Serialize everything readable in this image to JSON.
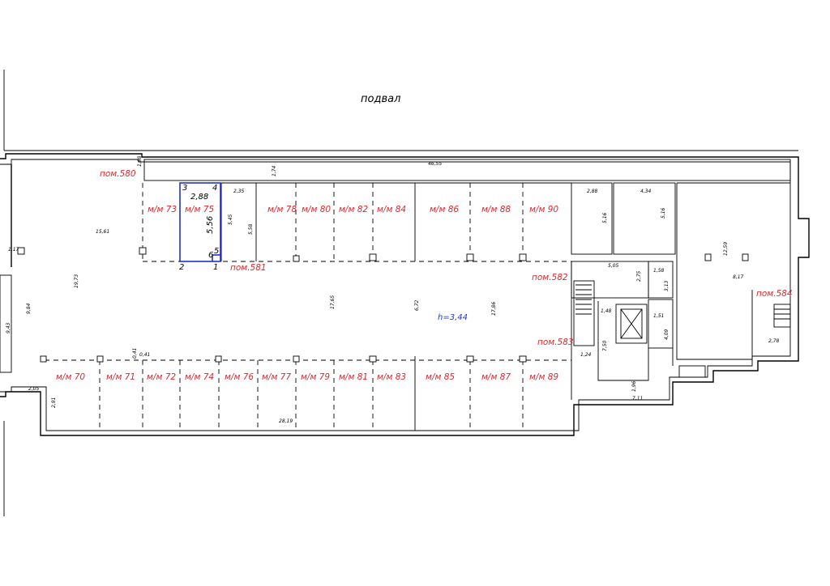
{
  "title": "подвал",
  "height_label": "h=3,44",
  "rooms": [
    {
      "id": "r580",
      "label": "пом.580"
    },
    {
      "id": "r581",
      "label": "пом.581"
    },
    {
      "id": "r582",
      "label": "пом.582"
    },
    {
      "id": "r583",
      "label": "пом.583"
    },
    {
      "id": "r584",
      "label": "пом.584"
    }
  ],
  "spaces_top": [
    "м/м 73",
    "м/м 75",
    "м/м 78",
    "м/м 80",
    "м/м 82",
    "м/м 84",
    "м/м 86",
    "м/м 88",
    "м/м 90"
  ],
  "spaces_bottom": [
    "м/м 70",
    "м/м 71",
    "м/м 72",
    "м/м 74",
    "м/м 76",
    "м/м 77",
    "м/м 79",
    "м/м 81",
    "м/м 83",
    "м/м 85",
    "м/м 87",
    "м/м 89"
  ],
  "selected_space": {
    "width": "2,88",
    "length": "5,56",
    "points": [
      "1",
      "2",
      "3",
      "4",
      "5",
      "6"
    ]
  },
  "dimensions": {
    "d46_55": "46,55",
    "d1_74": "1,74",
    "d1_88": "1,88",
    "d2_35": "2,35",
    "d5_58": "5,58",
    "d5_45": "5,45",
    "d15_61": "15,61",
    "d1_17": "1,17",
    "d19_73": "19,73",
    "d9_84": "9,84",
    "d9_43": "9,43",
    "d17_65": "17,65",
    "d6_72": "6,72",
    "d17_86": "17,86",
    "d2_88b": "2,88",
    "d5_16a": "5,16",
    "d4_34": "4,34",
    "d5_16b": "5,16",
    "d12_59": "12,59",
    "d8_17": "8,17",
    "d5_05": "5,05",
    "d2_75": "2,75",
    "d1_58": "1,58",
    "d3_13": "3,13",
    "d1_48": "1,48",
    "d1_51": "1,51",
    "d4_09": "4,09",
    "d7_50": "7,50",
    "d1_24": "1,24",
    "d1_96": "1,96",
    "d7_11": "7,11",
    "d2_78": "2,78",
    "d0_41a": "0,41",
    "d0_41b": "0,41",
    "d2_05": "2,05",
    "d2_91": "2,91",
    "d28_19": "28,19"
  }
}
